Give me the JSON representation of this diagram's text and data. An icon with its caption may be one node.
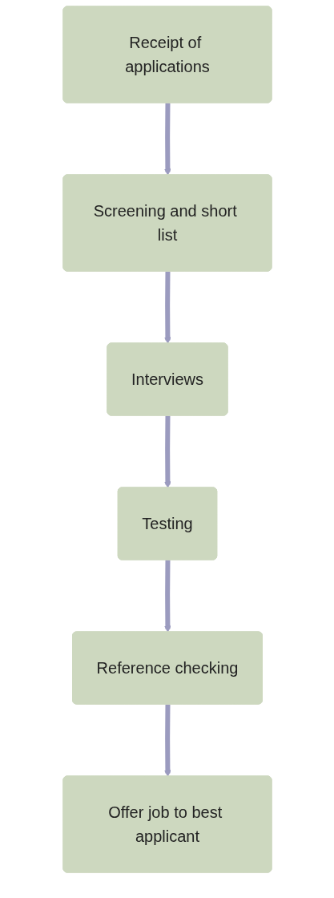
{
  "diagram": {
    "nodes": [
      {
        "text": [
          "Receipt of applications"
        ]
      },
      {
        "text": [
          "Screening and short list"
        ]
      },
      {
        "text": [
          "Interviews"
        ]
      },
      {
        "text": [
          "Testing"
        ]
      },
      {
        "text": [
          "Reference checking"
        ]
      },
      {
        "text": [
          "Offer job to best applicant"
        ]
      }
    ],
    "edges": [
      {
        "from": 0,
        "to": 1,
        "arrow": "to"
      },
      {
        "from": 1,
        "to": 2,
        "arrow": "to"
      },
      {
        "from": 2,
        "to": 3,
        "arrow": "to"
      },
      {
        "from": 3,
        "to": 4,
        "arrow": "to"
      },
      {
        "from": 4,
        "to": 5,
        "arrow": "to"
      }
    ]
  }
}
